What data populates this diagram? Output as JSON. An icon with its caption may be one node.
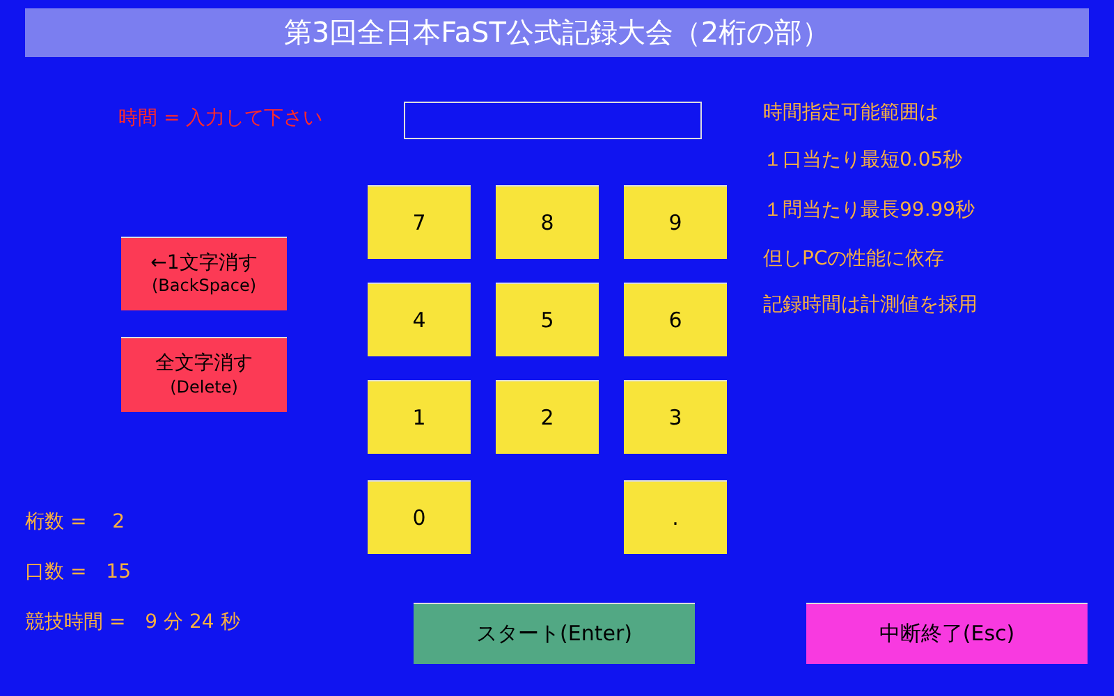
{
  "diagram": {
    "title": "第3回全日本FaST公式記録大会（2桁の部）",
    "nodes": [
      {
        "text": [],
        "shape": "box"
      },
      {
        "text": [
          "7"
        ]
      },
      {
        "text": [
          "8"
        ]
      },
      {
        "text": [
          "9"
        ]
      },
      {
        "text": [
          "←1文字消す",
          "(BackSpace)"
        ]
      },
      {
        "text": [
          "4"
        ]
      },
      {
        "text": [
          "5"
        ]
      },
      {
        "text": [
          "6"
        ]
      },
      {
        "text": [
          "全文字消す",
          "(Delete)"
        ]
      },
      {
        "text": [
          "1"
        ]
      },
      {
        "text": [
          "2"
        ]
      },
      {
        "text": [
          "3"
        ]
      },
      {
        "text": [
          "0"
        ]
      },
      {
        "text": [
          "."
        ]
      },
      {
        "text": [
          "スタート(Enter)"
        ]
      },
      {
        "text": [
          "中断終了(Esc)"
        ]
      }
    ],
    "labels": [
      "時間 = 入力して下さい",
      "時間指定可能範囲は",
      "１口当たり最短0.05秒",
      "１問当たり最長99.99秒",
      "但しPCの性能に依存",
      "記録時間は計測値を採用",
      "桁数 =　 2",
      "口数 =　15",
      "競技時間 =　9 分 24 秒"
    ]
  }
}
